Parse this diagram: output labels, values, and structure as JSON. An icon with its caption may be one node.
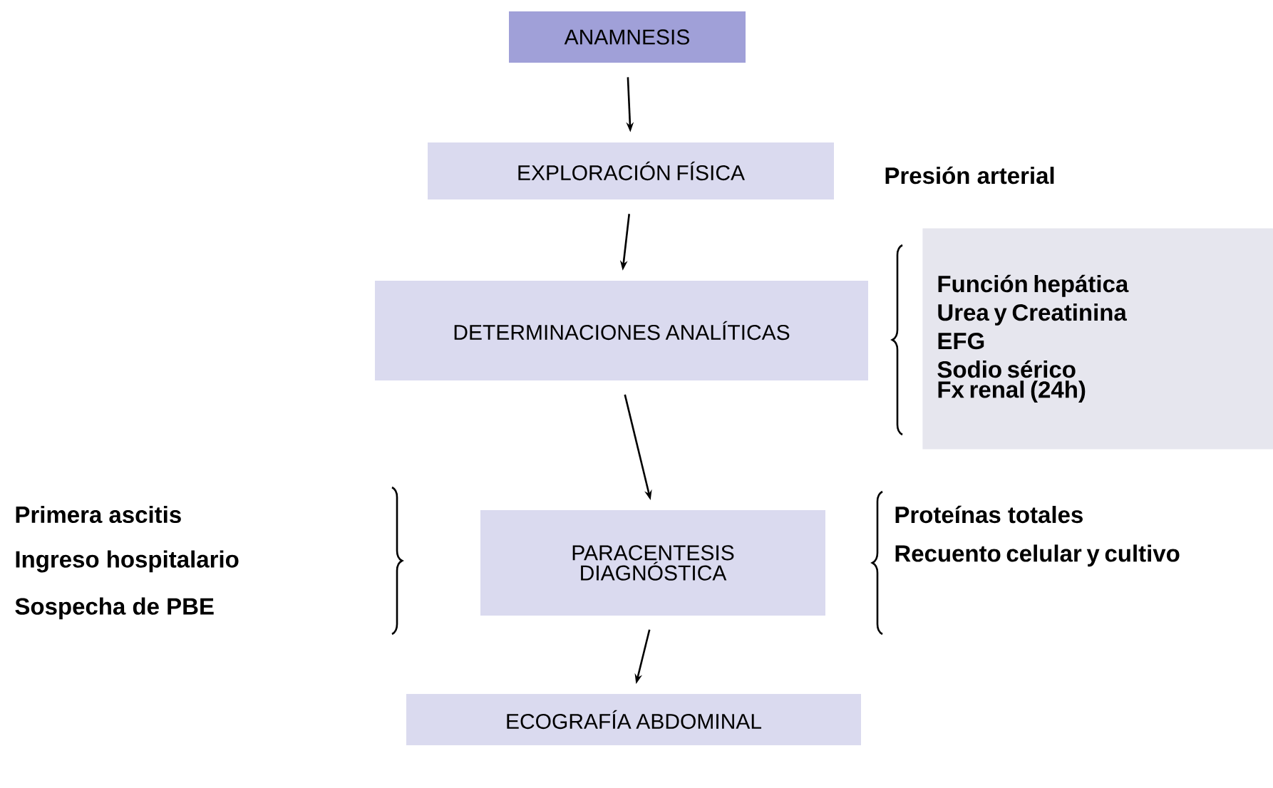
{
  "diagram": {
    "nodes": [
      {
        "text": [
          "ANAMNESIS"
        ]
      },
      {
        "text": [
          "EXPLORACIÓN FÍSICA"
        ],
        "beside": [
          "Presión arterial"
        ]
      },
      {
        "text": [
          "DETERMINACIONES ANALÍTICAS"
        ]
      },
      {
        "text": [
          "PARACENTESIS DIAGNÓSTICA"
        ]
      },
      {
        "text": [
          "ECOGRAFÍA ABDOMINAL"
        ]
      },
      {
        "text": [
          "Función hepática",
          "Urea y Creatinina",
          "EFG",
          "Sodio sérico",
          "Fx renal (24h)"
        ]
      }
    ],
    "edges": [
      {
        "from": 0,
        "to": 1,
        "arrow": "to"
      },
      {
        "from": 1,
        "to": 2,
        "arrow": "to"
      },
      {
        "from": 2,
        "to": 3,
        "arrow": "to"
      },
      {
        "from": 3,
        "to": 4,
        "arrow": "to"
      }
    ],
    "labels": [
      "Primera ascitis",
      "Ingreso hospitalario",
      "Sospecha de PBE",
      "Proteínas totales",
      "Recuento celular y cultivo"
    ]
  }
}
